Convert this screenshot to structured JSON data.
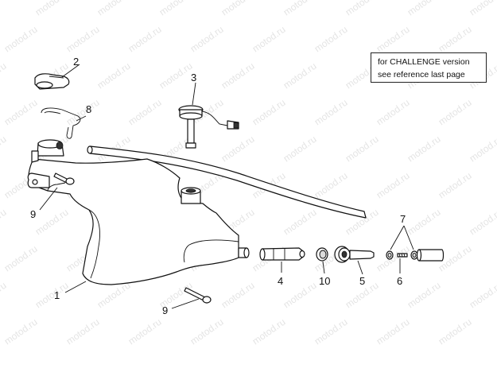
{
  "note": {
    "line1": "for CHALLENGE version",
    "line2": "see reference last page"
  },
  "watermark": "motod.ru",
  "callouts": {
    "c1": "1",
    "c2": "2",
    "c3": "3",
    "c4": "4",
    "c5": "5",
    "c6": "6",
    "c7": "7",
    "c8": "8",
    "c9a": "9",
    "c9b": "9",
    "c10": "10"
  }
}
